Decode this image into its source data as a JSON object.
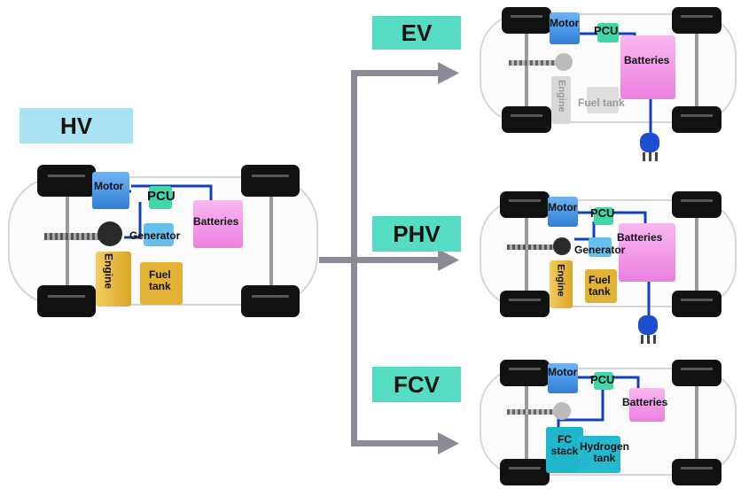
{
  "types": {
    "hv": "HV",
    "ev": "EV",
    "phv": "PHV",
    "fcv": "FCV"
  },
  "hv_car": {
    "motor": "Motor",
    "pcu": "PCU",
    "generator": "Generator",
    "batteries": "Batteries",
    "engine": "Engine",
    "fuel_tank": "Fuel tank"
  },
  "ev_car": {
    "motor": "Motor",
    "pcu": "PCU",
    "batteries": "Batteries",
    "engine": "Engine",
    "fuel_tank": "Fuel tank"
  },
  "phv_car": {
    "motor": "Motor",
    "pcu": "PCU",
    "generator": "Generator",
    "batteries": "Batteries",
    "engine": "Engine",
    "fuel_tank": "Fuel tank"
  },
  "fcv_car": {
    "motor": "Motor",
    "pcu": "PCU",
    "batteries": "Batteries",
    "fc_stack": "FC stack",
    "hydrogen_tank": "Hydrogen tank"
  },
  "colors": {
    "tag_bg_hv": "#a8e2f3",
    "tag_bg_other": "#56dcc2",
    "motor": "#3b8fe0",
    "pcu": "#3fd6a8",
    "batteries": "#f38fe6",
    "engine": "#e2b236",
    "fuel_tank": "#e2b236",
    "fc_stack": "#1fb6cc",
    "hydrogen_tank": "#25b9cf",
    "wire": "#1440b8",
    "arrow": "#8a8b97"
  }
}
